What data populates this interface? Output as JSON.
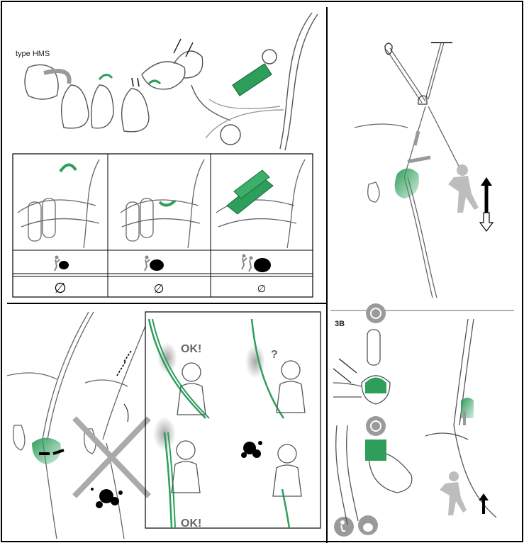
{
  "panels": {
    "hms": {
      "label": "type HMS",
      "table_symbols": [
        "∅",
        "∅",
        "∅"
      ]
    },
    "belay_check": {
      "ok_top": "OK!",
      "question_mark": "?",
      "ok_bottom": "OK!"
    },
    "section_3b": {
      "label": "3B"
    }
  },
  "colors": {
    "accent_green": "#2e9e5b",
    "outline": "#000000",
    "figure_gray": "#b5b5b5",
    "rope_gray": "#cfcfcf"
  },
  "icons": [
    "carabiner-icon",
    "climber-icon",
    "weight-icon",
    "arrow-up-icon",
    "arrow-down-icon",
    "cross-icon",
    "splat-icon",
    "clock-badge-icon"
  ]
}
